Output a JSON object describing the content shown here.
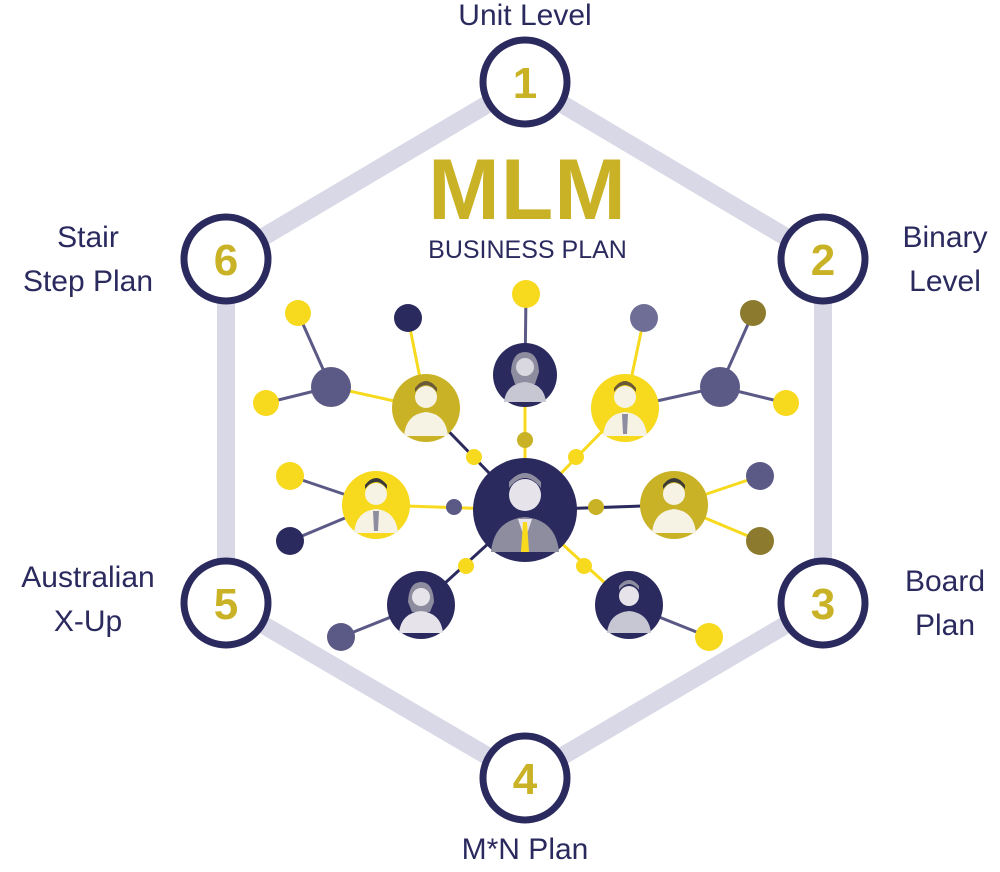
{
  "diagram": {
    "title": "MLM",
    "subtitle": "BUSINESS PLAN",
    "colors": {
      "navy": "#2b2a5e",
      "gold": "#c9b226",
      "yellow": "#f7d91d",
      "ring": "#d9d8e6",
      "slate": "#5b5a86",
      "olive": "#8c7a2e"
    },
    "plans": [
      {
        "number": "1",
        "label": "Unit Level"
      },
      {
        "number": "2",
        "label": "Binary\nLevel"
      },
      {
        "number": "3",
        "label": "Board\nPlan"
      },
      {
        "number": "4",
        "label": "M*N Plan"
      },
      {
        "number": "5",
        "label": "Australian\nX-Up"
      },
      {
        "number": "6",
        "label": "Stair\nStep Plan"
      }
    ]
  }
}
